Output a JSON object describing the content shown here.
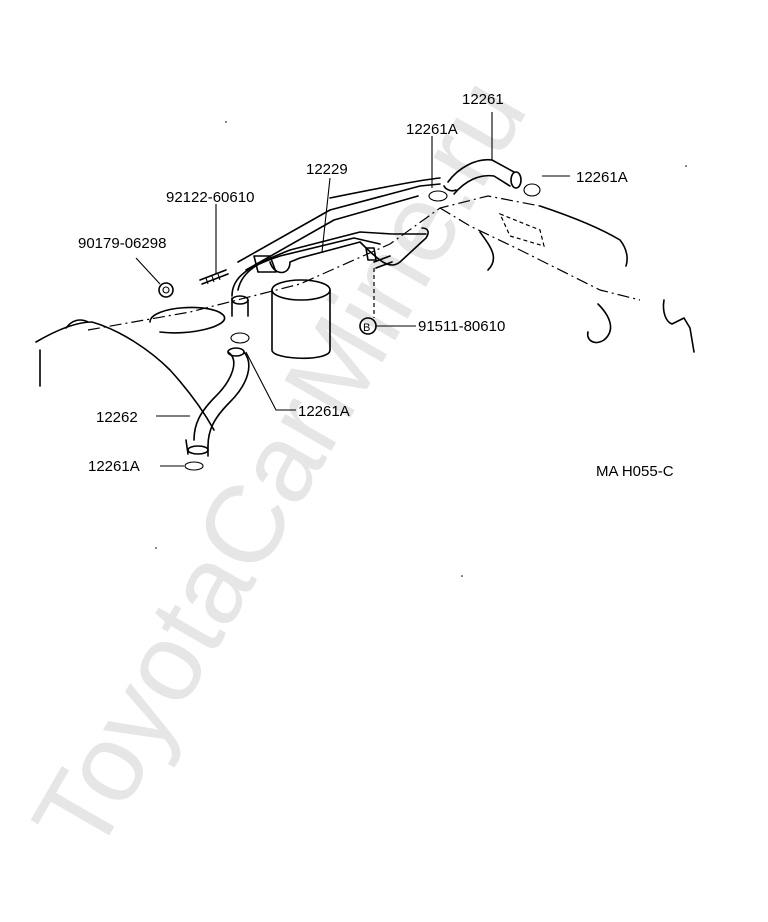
{
  "diagram": {
    "labels": {
      "hose_12261": "12261",
      "clip_12261A_top": "12261A",
      "clip_12261A_right": "12261A",
      "pipe_12229": "12229",
      "stud_92122": "92122-60610",
      "nut_90179": "90179-06298",
      "bolt_91511": "91511-80610",
      "bolt_marker": "B",
      "clip_12261A_mid": "12261A",
      "hose_12262": "12262",
      "clip_12261A_bottom": "12261A",
      "figure_code": "MA  H055-C"
    },
    "watermark": "ToyotaCarMine.ru"
  }
}
